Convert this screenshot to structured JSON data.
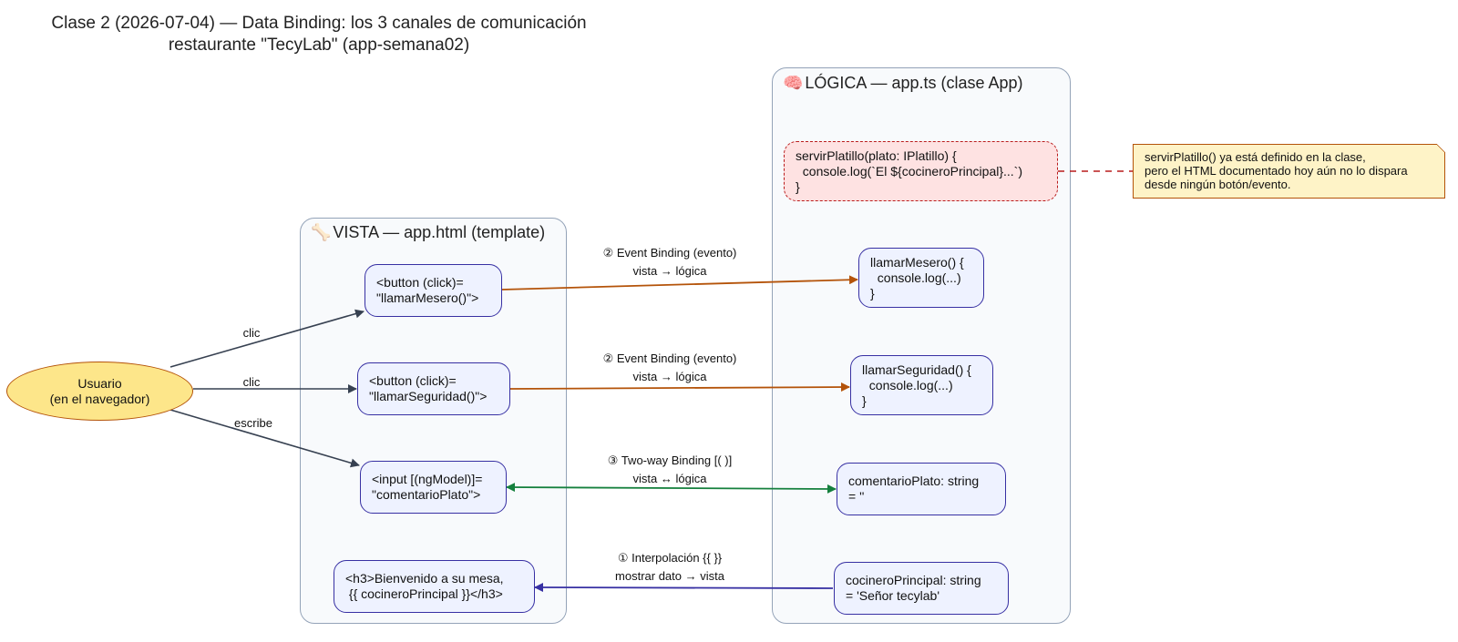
{
  "title": {
    "line1": "Clase 2 (2026-07-04) — Data Binding: los 3 canales de comunicación",
    "line2": "restaurante \"TecyLab\" (app-semana02)"
  },
  "clusters": {
    "vista": {
      "icon": "🦴",
      "label": "VISTA — app.html (template)"
    },
    "logica": {
      "icon": "🧠",
      "label": "LÓGICA — app.ts (clase App)"
    }
  },
  "user": {
    "label": "Usuario\n(en el navegador)"
  },
  "vista_nodes": {
    "btn_mesero": "<button (click)=\n\"llamarMesero()\">",
    "btn_seguridad": "<button (click)=\n\"llamarSeguridad()\">",
    "input_model": "<input [(ngModel)]=\n\"comentarioPlato\">",
    "h3_bienvenido": "<h3>Bienvenido a su mesa,\n {{ cocineroPrincipal }}</h3>"
  },
  "logica_nodes": {
    "servir": "servirPlatillo(plato: IPlatillo) {\n  console.log(`El ${cocineroPrincipal}...`)\n}",
    "mesero": "llamarMesero() {\n  console.log(...)\n}",
    "seguridad": "llamarSeguridad() {\n  console.log(...)\n}",
    "comentario": "comentarioPlato: string\n= ''",
    "cocinero": "cocineroPrincipal: string\n= 'Señor tecylab'"
  },
  "note": "servirPlatillo() ya está definido en la clase,\npero el HTML documentado hoy aún no lo dispara\ndesde ningún botón/evento.",
  "edges": {
    "clic1": "clic",
    "clic2": "clic",
    "escribe": "escribe",
    "event1": {
      "line1": "② Event Binding  (evento)",
      "line2": "vista → lógica"
    },
    "event2": {
      "line1": "② Event Binding  (evento)",
      "line2": "vista → lógica"
    },
    "twoway": {
      "line1": "③ Two-way Binding  [( )]",
      "line2": "vista ↔ lógica"
    },
    "interp": {
      "line1": "① Interpolación  {{ }}",
      "line2": "mostrar dato → vista"
    }
  },
  "colors": {
    "user_edge": "#374151",
    "event": "#b45309",
    "twoway": "#15803d",
    "interp": "#3730a3",
    "note_link": "#b91c1c"
  }
}
